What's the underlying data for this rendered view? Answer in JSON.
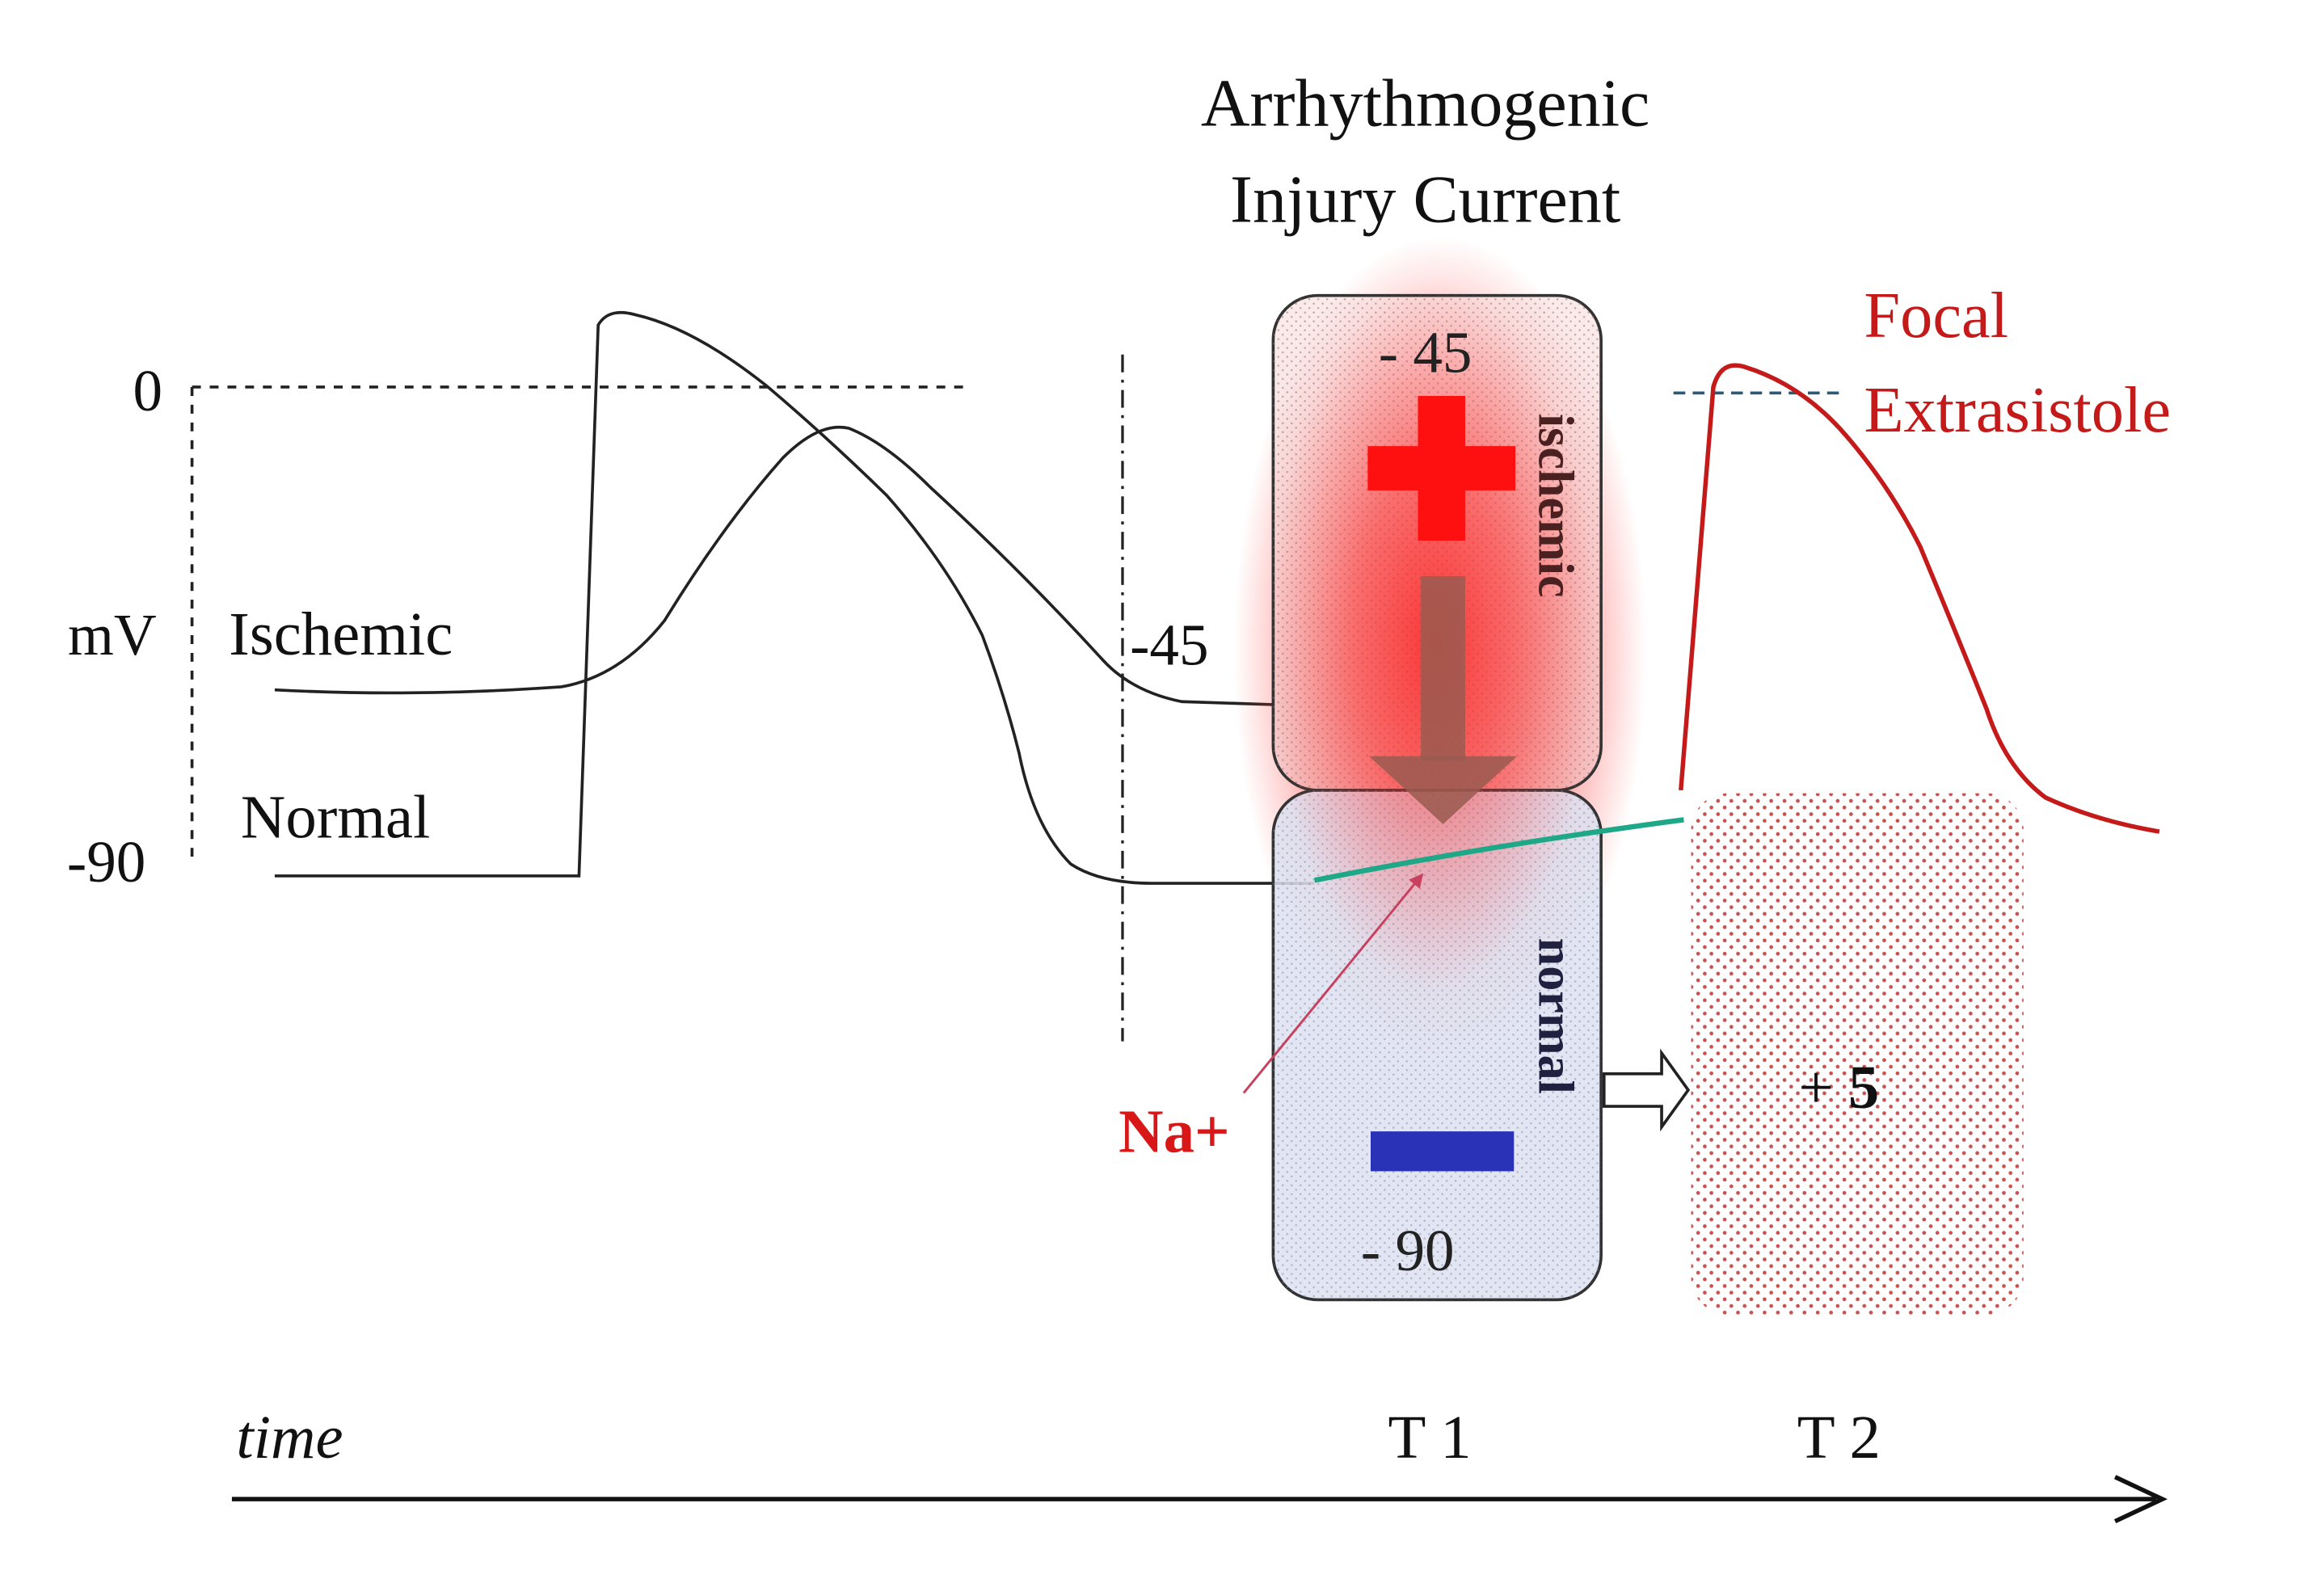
{
  "title": {
    "line1": "Arrhythmogenic",
    "line2": "Injury Current"
  },
  "y_axis": {
    "unit": "mV",
    "tick_zero": "0",
    "tick_minus90": "-90"
  },
  "traces": {
    "ischemic_label": "Ischemic",
    "normal_label": "Normal",
    "ischemic_level_label": "-45"
  },
  "ischemic_block": {
    "potential": "- 45",
    "side_label": "ischemic",
    "polarity": "+",
    "color": "#ff0000"
  },
  "normal_block": {
    "potential": "- 90",
    "side_label": "normal",
    "polarity": "−",
    "color": "#2a32b8"
  },
  "ion": {
    "label": "Na+",
    "color": "#d81818"
  },
  "target_block": {
    "potential_sign": "+",
    "potential_value": "5"
  },
  "extrasystole": {
    "line1": "Focal",
    "line2": "Extrasistole",
    "color": "#c41a1a"
  },
  "time_axis": {
    "label": "time",
    "t1": "T 1",
    "t2": "T 2"
  },
  "colors": {
    "ischemic_fill": "#f2cccc",
    "normal_fill": "#dde0f0",
    "target_dots": "#c04040",
    "conduction_line": "#1fa888",
    "dashed_marker": "#2a5a7a"
  }
}
